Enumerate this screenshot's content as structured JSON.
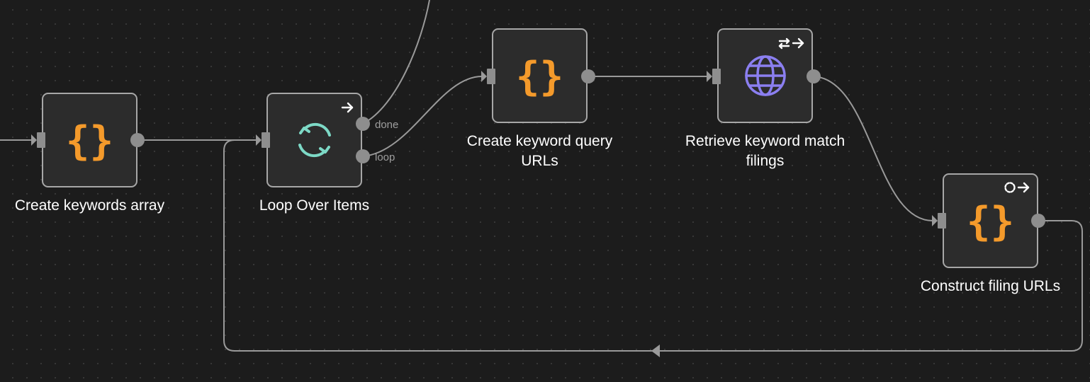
{
  "colors": {
    "canvas_background": "#1c1c1c",
    "node_background": "#2c2c2c",
    "node_border": "#a7a7a7",
    "connection": "#9a9a9a",
    "code_icon": "#f49a2b",
    "loop_icon": "#7dd9c6",
    "http_icon": "#8b7ff0"
  },
  "nodes": [
    {
      "label_lines": [
        "Create keywords array"
      ],
      "icon": "code-braces-icon"
    },
    {
      "label_lines": [
        "Loop Over Items"
      ],
      "icon": "loop-arrows-icon",
      "badge": "arrow-right-icon",
      "outputs": [
        "done",
        "loop"
      ]
    },
    {
      "label_lines": [
        "Create keyword query",
        "URLs"
      ],
      "icon": "code-braces-icon"
    },
    {
      "label_lines": [
        "Retrieve keyword match",
        "filings"
      ],
      "icon": "globe-icon",
      "badge": "loop-arrow-right-icon"
    },
    {
      "label_lines": [
        "Construct filing URLs"
      ],
      "icon": "code-braces-icon",
      "badge": "dashed-circle-arrow-right-icon"
    }
  ],
  "code_icon_text": "{}"
}
